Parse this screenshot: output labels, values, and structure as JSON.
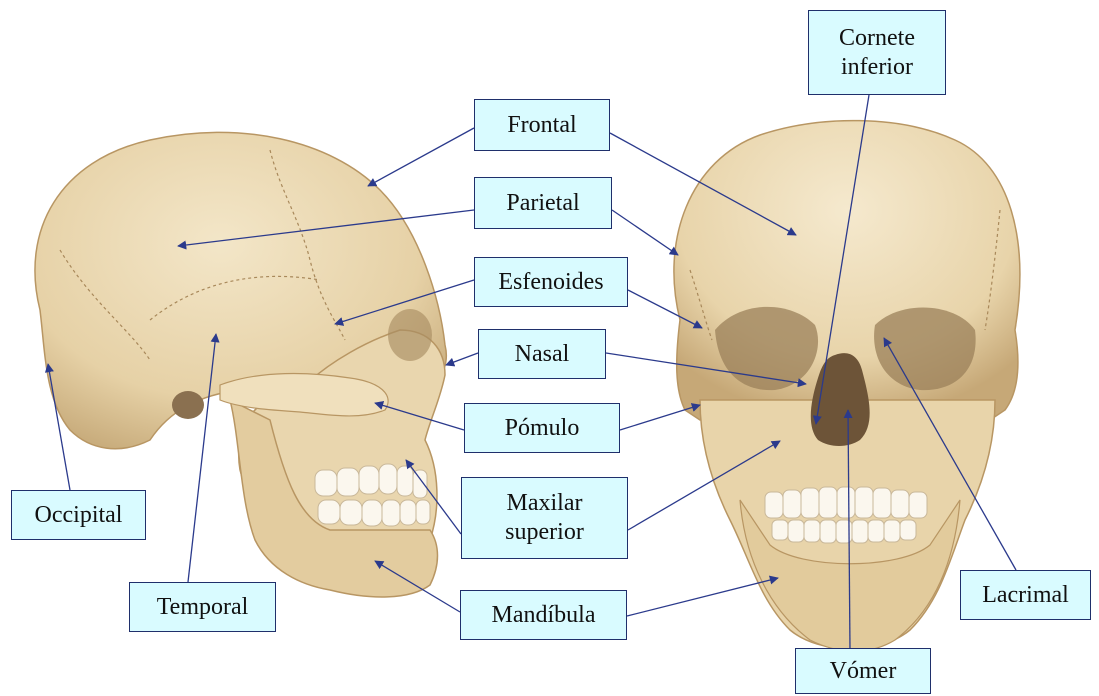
{
  "labels": {
    "cornete": "Cornete\ninferior",
    "frontal": "Frontal",
    "parietal": "Parietal",
    "esfenoides": "Esfenoides",
    "nasal": "Nasal",
    "pomulo": "Pómulo",
    "maxilar": "Maxilar\nsuperior",
    "mandibula": "Mandíbula",
    "occipital": "Occipital",
    "temporal": "Temporal",
    "lacrimal": "Lacrimal",
    "vomer": "Vómer"
  },
  "colors": {
    "label_fill": "#d9fbff",
    "label_border": "#1f2f6b",
    "leader_line": "#2b3a8c",
    "bone": "#e8d6b0",
    "bone_shadow": "#c9ad7d",
    "teeth": "#fbf7ee"
  }
}
